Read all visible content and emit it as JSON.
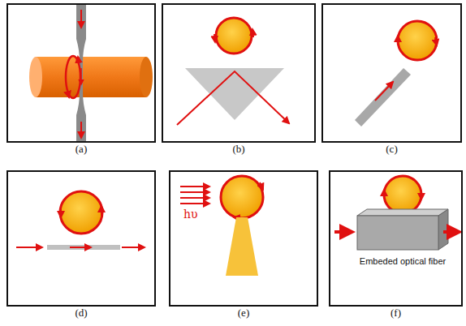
{
  "diagram": {
    "nodes": [
      {
        "text": [
          "(a)"
        ]
      },
      {
        "text": [
          "(b)"
        ]
      },
      {
        "text": [
          "(c)"
        ]
      },
      {
        "text": [
          "(d)"
        ]
      },
      {
        "text": [
          "(e)"
        ]
      },
      {
        "text": [
          "(f)"
        ]
      }
    ],
    "labels": [
      "hυ",
      "Embeded optical fiber"
    ]
  }
}
